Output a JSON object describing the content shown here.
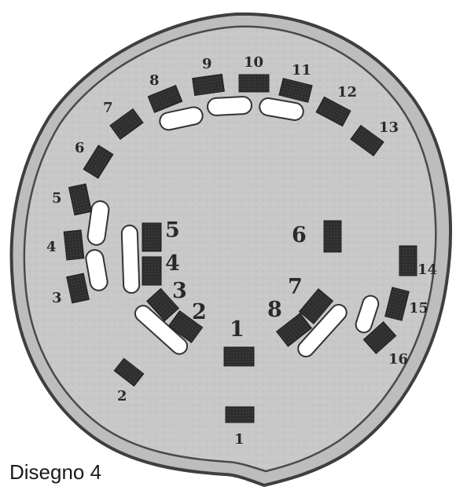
{
  "caption": "Disegno 4",
  "outer_labels": [
    "1",
    "2",
    "3",
    "4",
    "5",
    "6",
    "7",
    "8",
    "9",
    "10",
    "11",
    "12",
    "13",
    "14",
    "15",
    "16"
  ],
  "inner_labels": [
    "1",
    "2",
    "3",
    "4",
    "5",
    "6",
    "7",
    "8"
  ],
  "colors": {
    "background": "#ffffff",
    "disc": "#c9c9c9",
    "rim_outer": "#4a4a4a",
    "rim_fill": "#bdbdbd",
    "block": "#2e2e2e",
    "capsule": "#ffffff",
    "text": "#2a2a2a"
  }
}
